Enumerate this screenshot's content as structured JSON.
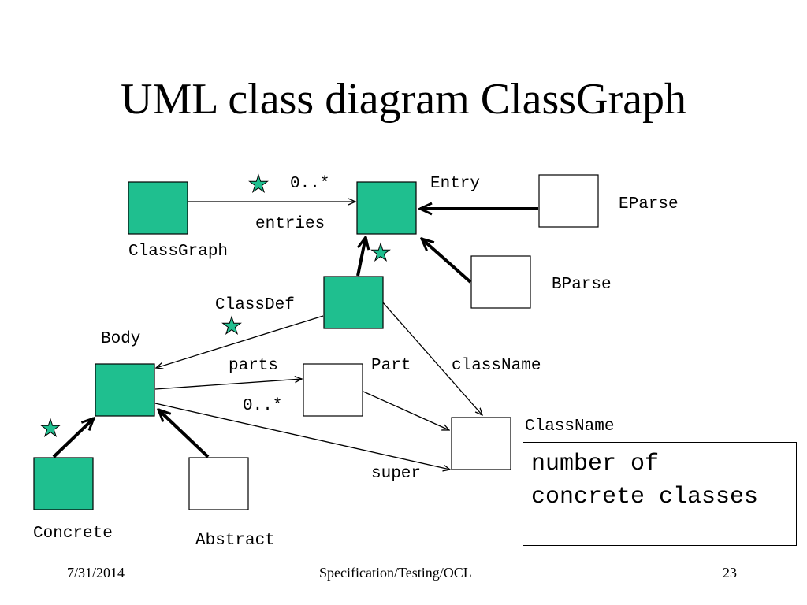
{
  "title": "UML class diagram ClassGraph",
  "colors": {
    "filled": "#1fbf8f",
    "star": "#1fbf8f",
    "line": "#000000",
    "background": "#ffffff"
  },
  "classes": {
    "classgraph": "ClassGraph",
    "entry": "Entry",
    "eparse": "EParse",
    "bparse": "BParse",
    "classdef": "ClassDef",
    "body": "Body",
    "part": "Part",
    "classname": "ClassName",
    "concrete": "Concrete",
    "abstract": "Abstract"
  },
  "edge_labels": {
    "entries_mult": "0..*",
    "entries": "entries",
    "parts": "parts",
    "parts_mult": "0..*",
    "classname": "className",
    "super": "super"
  },
  "note": {
    "line1": "number of",
    "line2": "concrete classes"
  },
  "footer": {
    "date": "7/31/2014",
    "center": "Specification/Testing/OCL",
    "page": "23"
  }
}
